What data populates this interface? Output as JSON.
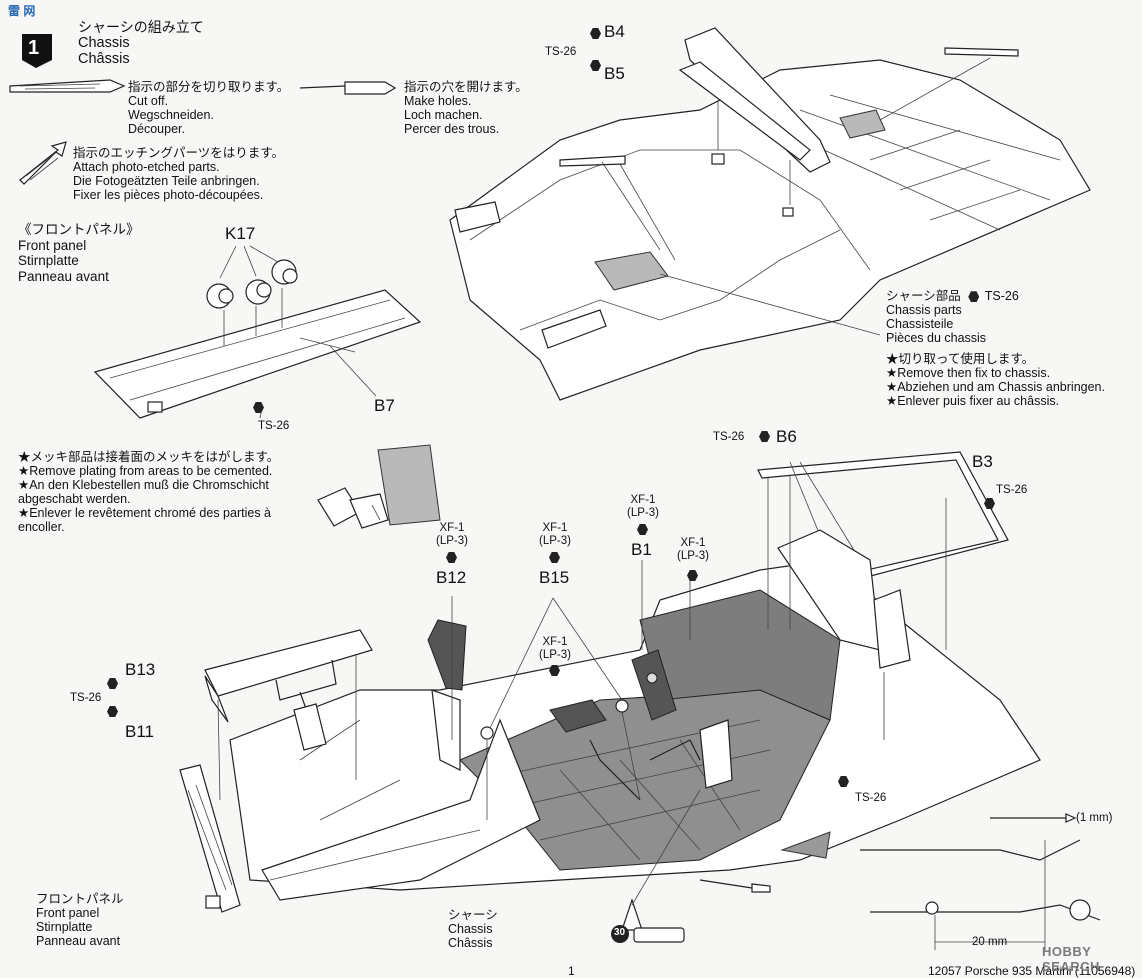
{
  "watermark_top": "雷 网",
  "step": {
    "number": "1",
    "title_ja": "シャーシの組み立て",
    "title_en": "Chassis",
    "title_fr": "Châssis"
  },
  "legend": {
    "cut": [
      "指示の部分を切り取ります。",
      "Cut off.",
      "Wegschneiden.",
      "Découper."
    ],
    "holes": [
      "指示の穴を開けます。",
      "Make holes.",
      "Loch machen.",
      "Percer des trous."
    ],
    "etched": [
      "指示のエッチングパーツをはります。",
      "Attach photo-etched parts.",
      "Die Fotogeätzten Teile anbringen.",
      "Fixer les pièces photo-découpées."
    ]
  },
  "front_panel_top": {
    "title": [
      "《フロントパネル》",
      "Front panel",
      "Stirnplatte",
      "Panneau avant"
    ],
    "k17": "K17",
    "b7": "B7",
    "ts26": "TS-26"
  },
  "top_right": {
    "b4": "B4",
    "b5": "B5",
    "ts26": "TS-26",
    "chassis_parts": "シャーシ部品",
    "chassis_ts": "TS-26",
    "lines": [
      "Chassis parts",
      "Chassisteile",
      "Pièces du chassis"
    ],
    "note": [
      "★切り取って使用します。",
      "★Remove then fix to chassis.",
      "★Abziehen und am Chassis anbringen.",
      "★Enlever puis fixer au châssis."
    ]
  },
  "plating_note": [
    "★メッキ部品は接着面のメッキをはがします。",
    "★Remove plating from areas to be cemented.",
    "★An den Klebestellen muß die Chromschicht",
    "abgeschabt werden.",
    "★Enlever le revêtement chromé des parties à",
    "encoller."
  ],
  "parts": {
    "b6": "B6",
    "b6_ts": "TS-26",
    "b3": "B3",
    "b3_ts": "TS-26",
    "b1_paint": [
      "XF-1",
      "(LP-3)"
    ],
    "b1": "B1",
    "b1b_paint": [
      "XF-1",
      "(LP-3)"
    ],
    "b12_paint": [
      "XF-1",
      "(LP-3)"
    ],
    "b12": "B12",
    "b15_paint": [
      "XF-1",
      "(LP-3)"
    ],
    "b15": "B15",
    "mid_paint": [
      "XF-1",
      "(LP-3)"
    ],
    "b13": "B13",
    "b13_ts": "TS-26",
    "b11": "B11",
    "right_ts": "TS-26"
  },
  "bottom": {
    "front_panel": [
      "フロントパネル",
      "Front panel",
      "Stirnplatte",
      "Panneau avant"
    ],
    "chassis": [
      "シャーシ",
      "Chassis",
      "Châssis"
    ],
    "drill": "(1 mm)",
    "dim": "20 mm",
    "glue_num": "30"
  },
  "footer": {
    "page": "1",
    "product": "12057 Porsche 935 Martini (11056948)",
    "watermark": "HOBBY SEARCH"
  }
}
